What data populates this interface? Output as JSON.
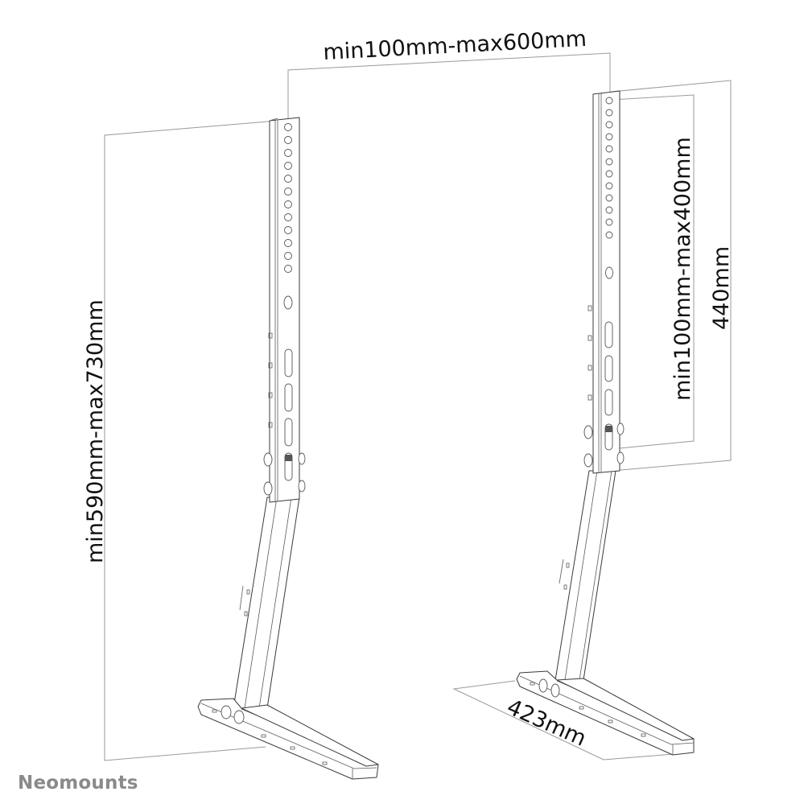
{
  "diagram": {
    "subject": "Table-top TV stand feet (pair) dimension drawing",
    "stroke_color": "#3a3a3a",
    "dimension_line_color": "#9a9a9a",
    "dimensions": {
      "width_between_feet": "min100mm-max600mm",
      "overall_height": "min590mm-max730mm",
      "vertical_hole_range": "min100mm-max400mm",
      "upright_height": "440mm",
      "foot_depth": "423mm"
    },
    "parts": [
      {
        "name": "left-stand",
        "upright_holes": 12,
        "slots": 3
      },
      {
        "name": "right-stand",
        "upright_holes": 12,
        "slots": 3
      }
    ]
  },
  "brand": {
    "name": "Neomounts",
    "color": "#8a8a8a"
  }
}
